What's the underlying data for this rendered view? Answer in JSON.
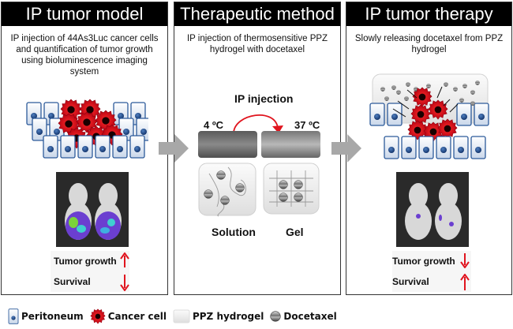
{
  "panels": [
    {
      "title": "IP tumor model",
      "description": "IP injection of 44As3Luc cancer cells and quantification of tumor growth using bioluminescence imaging system",
      "outcomes": [
        {
          "label": "Tumor growth",
          "direction": "up"
        },
        {
          "label": "Survival",
          "direction": "down"
        }
      ]
    },
    {
      "title": "Therapeutic method",
      "description": "IP injection of thermosensitive PPZ hydrogel with docetaxel",
      "injection_label": "IP injection",
      "temp_cold": "4 ºC",
      "temp_warm": "37 ºC",
      "state_solution": "Solution",
      "state_gel": "Gel"
    },
    {
      "title": "IP tumor therapy",
      "description": "Slowly releasing docetaxel from PPZ hydrogel",
      "outcomes": [
        {
          "label": "Tumor growth",
          "direction": "down"
        },
        {
          "label": "Survival",
          "direction": "up"
        }
      ]
    }
  ],
  "legend": [
    {
      "icon": "peritoneum-cell-icon",
      "label": "Peritoneum"
    },
    {
      "icon": "cancer-cell-icon",
      "label": "Cancer cell"
    },
    {
      "icon": "ppz-hydrogel-icon",
      "label": "PPZ hydrogel"
    },
    {
      "icon": "docetaxel-icon",
      "label": "Docetaxel"
    }
  ],
  "colors": {
    "cancer": "#d0101a",
    "arrow_red": "#e0141e",
    "peritoneum_nucleus": "#1c4a86",
    "flow_arrow": "#a8a8a8",
    "header_bg": "#000000"
  }
}
